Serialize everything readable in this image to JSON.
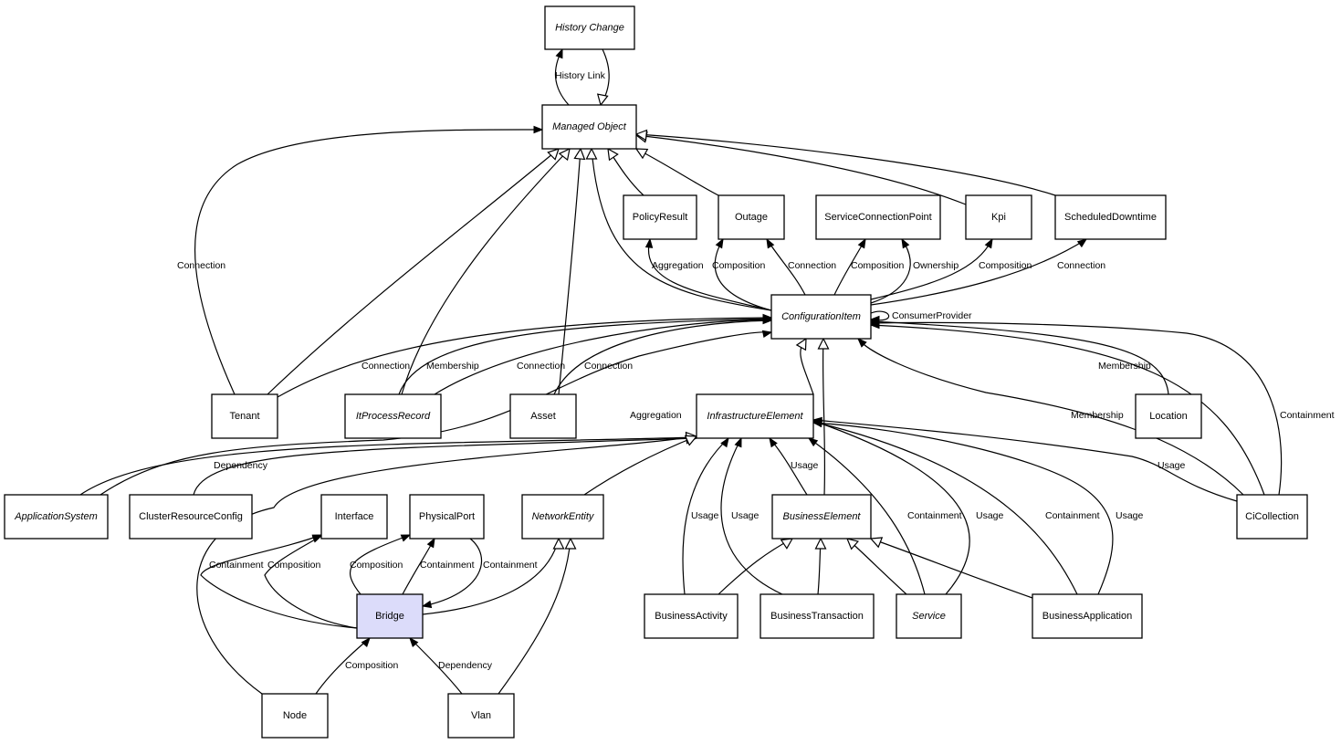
{
  "diagram": {
    "title": "Bridge class relationships",
    "highlight_color": "#dcdcfa",
    "nodes": [
      {
        "id": "HistoryChange",
        "label": "History Change",
        "abstract": true
      },
      {
        "id": "ManagedObject",
        "label": "Managed Object",
        "abstract": true
      },
      {
        "id": "PolicyResult",
        "label": "PolicyResult",
        "abstract": false
      },
      {
        "id": "Outage",
        "label": "Outage",
        "abstract": false
      },
      {
        "id": "ServiceConnectionPoint",
        "label": "ServiceConnectionPoint",
        "abstract": false
      },
      {
        "id": "Kpi",
        "label": "Kpi",
        "abstract": false
      },
      {
        "id": "ScheduledDowntime",
        "label": "ScheduledDowntime",
        "abstract": false
      },
      {
        "id": "ConfigurationItem",
        "label": "ConfigurationItem",
        "abstract": true
      },
      {
        "id": "Tenant",
        "label": "Tenant",
        "abstract": false
      },
      {
        "id": "ItProcessRecord",
        "label": "ItProcessRecord",
        "abstract": true
      },
      {
        "id": "Asset",
        "label": "Asset",
        "abstract": false
      },
      {
        "id": "InfrastructureElement",
        "label": "InfrastructureElement",
        "abstract": true
      },
      {
        "id": "Location",
        "label": "Location",
        "abstract": false
      },
      {
        "id": "ApplicationSystem",
        "label": "ApplicationSystem",
        "abstract": true
      },
      {
        "id": "ClusterResourceConfig",
        "label": "ClusterResourceConfig",
        "abstract": false
      },
      {
        "id": "Interface",
        "label": "Interface",
        "abstract": false
      },
      {
        "id": "PhysicalPort",
        "label": "PhysicalPort",
        "abstract": false
      },
      {
        "id": "NetworkEntity",
        "label": "NetworkEntity",
        "abstract": true
      },
      {
        "id": "BusinessElement",
        "label": "BusinessElement",
        "abstract": true
      },
      {
        "id": "CiCollection",
        "label": "CiCollection",
        "abstract": false
      },
      {
        "id": "Bridge",
        "label": "Bridge",
        "abstract": false,
        "highlighted": true
      },
      {
        "id": "BusinessActivity",
        "label": "BusinessActivity",
        "abstract": false
      },
      {
        "id": "BusinessTransaction",
        "label": "BusinessTransaction",
        "abstract": false
      },
      {
        "id": "Service",
        "label": "Service",
        "abstract": true
      },
      {
        "id": "BusinessApplication",
        "label": "BusinessApplication",
        "abstract": false
      },
      {
        "id": "Node",
        "label": "Node",
        "abstract": false
      },
      {
        "id": "Vlan",
        "label": "Vlan",
        "abstract": false
      }
    ],
    "edges": [
      {
        "from": "ManagedObject",
        "to": "HistoryChange",
        "kind": "association",
        "label": "History Link"
      },
      {
        "from": "HistoryChange",
        "to": "ManagedObject",
        "kind": "inheritance",
        "label": ""
      },
      {
        "from": "Tenant",
        "to": "ManagedObject",
        "kind": "association",
        "label": "Connection"
      },
      {
        "from": "Tenant",
        "to": "ManagedObject",
        "kind": "inheritance",
        "label": ""
      },
      {
        "from": "ItProcessRecord",
        "to": "ManagedObject",
        "kind": "inheritance",
        "label": ""
      },
      {
        "from": "Asset",
        "to": "ManagedObject",
        "kind": "inheritance",
        "label": ""
      },
      {
        "from": "ConfigurationItem",
        "to": "ManagedObject",
        "kind": "inheritance",
        "label": ""
      },
      {
        "from": "PolicyResult",
        "to": "ManagedObject",
        "kind": "inheritance",
        "label": ""
      },
      {
        "from": "Outage",
        "to": "ManagedObject",
        "kind": "inheritance",
        "label": ""
      },
      {
        "from": "Kpi",
        "to": "ManagedObject",
        "kind": "inheritance",
        "label": ""
      },
      {
        "from": "ScheduledDowntime",
        "to": "ManagedObject",
        "kind": "inheritance",
        "label": ""
      },
      {
        "from": "ConfigurationItem",
        "to": "PolicyResult",
        "kind": "association",
        "label": "Aggregation"
      },
      {
        "from": "ConfigurationItem",
        "to": "Outage",
        "kind": "association",
        "label": "Composition"
      },
      {
        "from": "ConfigurationItem",
        "to": "Outage",
        "kind": "association",
        "label": "Connection"
      },
      {
        "from": "ConfigurationItem",
        "to": "ServiceConnectionPoint",
        "kind": "association",
        "label": "Composition"
      },
      {
        "from": "ConfigurationItem",
        "to": "ServiceConnectionPoint",
        "kind": "association",
        "label": "Ownership"
      },
      {
        "from": "ConfigurationItem",
        "to": "Kpi",
        "kind": "association",
        "label": "Composition"
      },
      {
        "from": "ConfigurationItem",
        "to": "ScheduledDowntime",
        "kind": "association",
        "label": "Connection"
      },
      {
        "from": "ConfigurationItem",
        "to": "ConfigurationItem",
        "kind": "association",
        "label": "ConsumerProvider"
      },
      {
        "from": "Tenant",
        "to": "ConfigurationItem",
        "kind": "association",
        "label": "Connection"
      },
      {
        "from": "ItProcessRecord",
        "to": "ConfigurationItem",
        "kind": "association",
        "label": "Membership"
      },
      {
        "from": "ItProcessRecord",
        "to": "ConfigurationItem",
        "kind": "association",
        "label": "Connection"
      },
      {
        "from": "Asset",
        "to": "ConfigurationItem",
        "kind": "association",
        "label": "Connection"
      },
      {
        "from": "ApplicationSystem",
        "to": "ConfigurationItem",
        "kind": "association",
        "label": "Aggregation"
      },
      {
        "from": "InfrastructureElement",
        "to": "ConfigurationItem",
        "kind": "inheritance",
        "label": ""
      },
      {
        "from": "BusinessElement",
        "to": "ConfigurationItem",
        "kind": "inheritance",
        "label": ""
      },
      {
        "from": "Location",
        "to": "ConfigurationItem",
        "kind": "association",
        "label": "Membership"
      },
      {
        "from": "CiCollection",
        "to": "ConfigurationItem",
        "kind": "association",
        "label": "Membership"
      },
      {
        "from": "CiCollection",
        "to": "ConfigurationItem",
        "kind": "association",
        "label": "Containment"
      },
      {
        "from": "CiCollection",
        "to": "ConfigurationItem",
        "kind": "association",
        "label": ""
      },
      {
        "from": "ApplicationSystem",
        "to": "InfrastructureElement",
        "kind": "inheritance",
        "label": ""
      },
      {
        "from": "ClusterResourceConfig",
        "to": "InfrastructureElement",
        "kind": "association",
        "label": "Dependency"
      },
      {
        "from": "Node",
        "to": "InfrastructureElement",
        "kind": "inheritance",
        "label": ""
      },
      {
        "from": "NetworkEntity",
        "to": "InfrastructureElement",
        "kind": "inheritance",
        "label": ""
      },
      {
        "from": "BusinessElement",
        "to": "InfrastructureElement",
        "kind": "association",
        "label": "Usage"
      },
      {
        "from": "BusinessActivity",
        "to": "InfrastructureElement",
        "kind": "association",
        "label": "Usage"
      },
      {
        "from": "BusinessTransaction",
        "to": "InfrastructureElement",
        "kind": "association",
        "label": "Usage"
      },
      {
        "from": "Service",
        "to": "InfrastructureElement",
        "kind": "association",
        "label": "Containment"
      },
      {
        "from": "Service",
        "to": "InfrastructureElement",
        "kind": "association",
        "label": "Usage"
      },
      {
        "from": "BusinessApplication",
        "to": "InfrastructureElement",
        "kind": "association",
        "label": "Containment"
      },
      {
        "from": "BusinessApplication",
        "to": "InfrastructureElement",
        "kind": "association",
        "label": "Usage"
      },
      {
        "from": "CiCollection",
        "to": "InfrastructureElement",
        "kind": "association",
        "label": "Usage"
      },
      {
        "from": "BusinessActivity",
        "to": "BusinessElement",
        "kind": "inheritance",
        "label": ""
      },
      {
        "from": "BusinessTransaction",
        "to": "BusinessElement",
        "kind": "inheritance",
        "label": ""
      },
      {
        "from": "Service",
        "to": "BusinessElement",
        "kind": "inheritance",
        "label": ""
      },
      {
        "from": "BusinessApplication",
        "to": "BusinessElement",
        "kind": "inheritance",
        "label": ""
      },
      {
        "from": "Bridge",
        "to": "Interface",
        "kind": "association",
        "label": "Containment"
      },
      {
        "from": "Bridge",
        "to": "Interface",
        "kind": "association",
        "label": "Composition"
      },
      {
        "from": "Bridge",
        "to": "PhysicalPort",
        "kind": "association",
        "label": "Composition"
      },
      {
        "from": "Bridge",
        "to": "PhysicalPort",
        "kind": "association",
        "label": "Containment"
      },
      {
        "from": "PhysicalPort",
        "to": "Bridge",
        "kind": "association",
        "label": "Containment"
      },
      {
        "from": "Bridge",
        "to": "NetworkEntity",
        "kind": "inheritance",
        "label": ""
      },
      {
        "from": "Vlan",
        "to": "NetworkEntity",
        "kind": "inheritance",
        "label": ""
      },
      {
        "from": "Node",
        "to": "Bridge",
        "kind": "association",
        "label": "Composition"
      },
      {
        "from": "Vlan",
        "to": "Bridge",
        "kind": "association",
        "label": "Dependency"
      }
    ]
  }
}
